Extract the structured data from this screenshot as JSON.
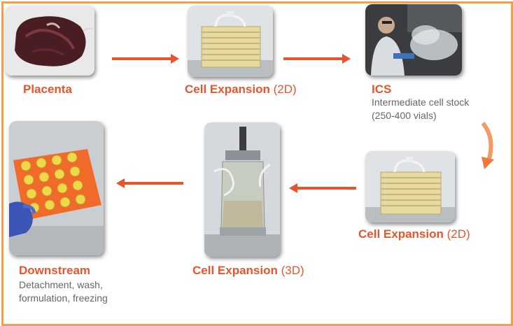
{
  "colors": {
    "accent": "#e8552d",
    "border": "#f59f48",
    "subtext": "#666666"
  },
  "steps": [
    {
      "id": "placenta",
      "title": "Placenta",
      "qualifier": "",
      "description": []
    },
    {
      "id": "cell-expansion-2d-first",
      "title": "Cell Expansion",
      "qualifier": "(2D)",
      "description": []
    },
    {
      "id": "ics",
      "title": "ICS",
      "qualifier": "",
      "description": [
        "Intermediate cell stock",
        "(250-400 vials)"
      ]
    },
    {
      "id": "cell-expansion-2d-second",
      "title": "Cell Expansion",
      "qualifier": "(2D)",
      "description": []
    },
    {
      "id": "cell-expansion-3d",
      "title": "Cell Expansion",
      "qualifier": "(3D)",
      "description": []
    },
    {
      "id": "downstream",
      "title": "Downstream",
      "qualifier": "",
      "description": [
        "Detachment, wash,",
        "formulation, freezing"
      ]
    }
  ],
  "arrows": [
    {
      "from": "placenta",
      "to": "cell-expansion-2d-first",
      "direction": "right"
    },
    {
      "from": "cell-expansion-2d-first",
      "to": "ics",
      "direction": "right"
    },
    {
      "from": "ics",
      "to": "cell-expansion-2d-second",
      "direction": "down"
    },
    {
      "from": "cell-expansion-2d-second",
      "to": "cell-expansion-3d",
      "direction": "left"
    },
    {
      "from": "cell-expansion-3d",
      "to": "downstream",
      "direction": "left"
    }
  ],
  "photo_icons": [
    "placenta-photo",
    "cell-factory-photo",
    "lab-worker-photo",
    "cell-factory-photo",
    "bioreactor-photo",
    "vial-rack-photo"
  ]
}
